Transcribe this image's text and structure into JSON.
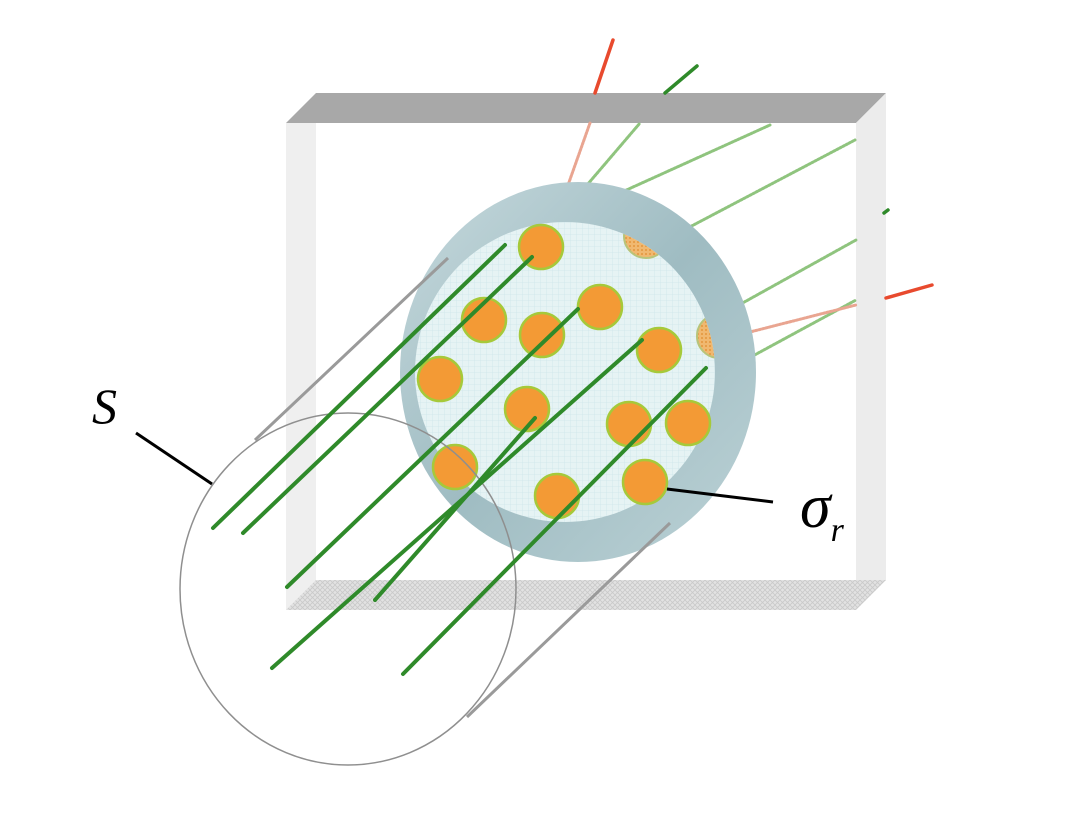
{
  "labels": {
    "surface": "S",
    "cross_section_symbol": "σ",
    "cross_section_subscript": "r"
  },
  "colors": {
    "incident_ray": "#2f8a2a",
    "faint_ray": "#7cb66b",
    "reacted_ray": "#e84a2e",
    "faint_reacted_ray": "#e8a08a",
    "nucleus_fill": "#f39a35",
    "nucleus_edge": "#a6c93a",
    "target_face": "#e3f1f3",
    "target_rim": "#a9c3c9",
    "frame_top": "#a8a8a8",
    "frame_side": "#e8e8e8",
    "beam_outline": "#9a9a9a"
  },
  "icons": {
    "target": "circular-target-disc",
    "nuclei": "orange-circle-icon",
    "beam": "cylindrical-beam-outline"
  }
}
